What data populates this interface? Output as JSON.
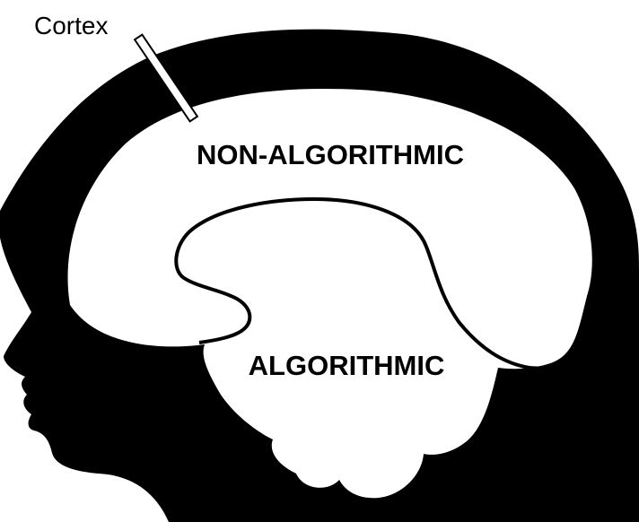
{
  "labels": {
    "cortex": "Cortex",
    "non_algorithmic": "NON-ALGORITHMIC",
    "algorithmic": "ALGORITHMIC"
  },
  "colors": {
    "silhouette": "#000000",
    "brain": "#ffffff",
    "background": "#ffffff",
    "text": "#000000"
  }
}
